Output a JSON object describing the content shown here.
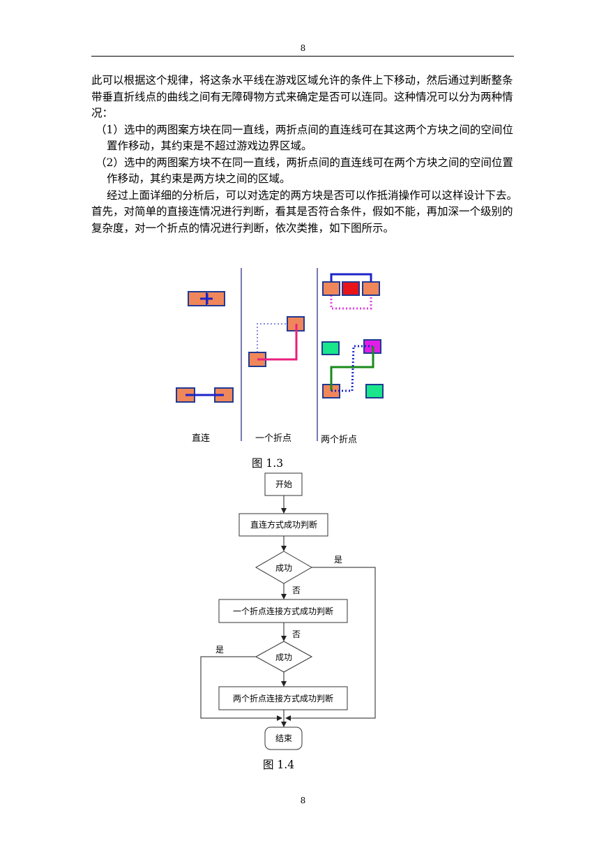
{
  "header": {
    "page_number": "8"
  },
  "paragraphs": {
    "p_intro": "此可以根据这个规律，将这条水平线在游戏区域允许的条件上下移动，然后通过判断整条带垂直折线点的曲线之间有无障碍物方式来确定是否可以连同。这种情况可以分为两种情况：",
    "p_case1": "（1）选中的两图案方块在同一直线，两折点间的直连线可在其这两个方块之间的空间位置作移动，其约束是不超过游戏边界区域。",
    "p_case2": "（2）选中的两图案方块不在同一直线，两折点间的直连线可在两个方块之间的空间位置作移动，其约束是两方块之间的区域。",
    "p_summary": "经过上面详细的分析后，可以对选定的两方块是否可以作抵消操作可以这样设计下去。",
    "p_first": "首先，对简单的直接连情况进行判断，看其是否符合条件，假如不能，再加深一个级别的复杂度，对一个折点的情况进行判断，依次类推，如下图所示。"
  },
  "figure13": {
    "label_direct": "直连",
    "label_one_turn": "一个折点",
    "label_two_turns": "两个折点",
    "caption": "图 1.3"
  },
  "figure14": {
    "start": "开始",
    "step_direct": "直连方式成功判断",
    "decision1": "成功",
    "yes1": "是",
    "no1": "否",
    "step_one_turn": "一个折点连接方式成功判断",
    "no2": "否",
    "decision2": "成功",
    "yes2": "是",
    "step_two_turns": "两个折点连接方式成功判断",
    "end": "结束",
    "caption": "图 1.4"
  },
  "footer": {
    "page_number": "8"
  },
  "colors": {
    "tile_orange": "#f0875a",
    "tile_border": "#1f3a93",
    "path_blue": "#1c24c8",
    "path_pink": "#e8207e",
    "path_magenta_dots": "#e33de3",
    "path_green": "#1a8a1a",
    "tile_green": "#19e58a",
    "tile_red": "#e8141a",
    "tile_magenta": "#e01ee6",
    "divider_navy": "#202080"
  }
}
